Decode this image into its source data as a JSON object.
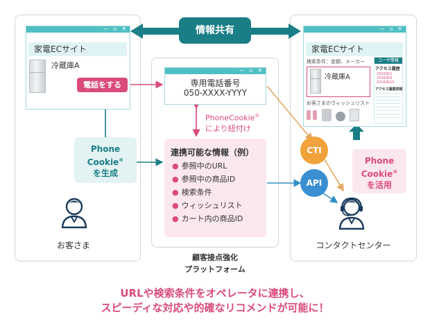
{
  "info_share_label": "情報共有",
  "left_panel": {
    "window": {
      "controls": "— ▫ ✕",
      "site_title": "家電ECサイト",
      "product_name": "冷蔵庫A"
    },
    "call_button": "電話をする",
    "generate_badge": [
      "Phone",
      "Cookie",
      "®",
      "を生成"
    ],
    "person_label": "お客さま"
  },
  "center_panel": {
    "phone_window": {
      "controls": "— ▫ ✕",
      "title": "専用電話番号",
      "number": "050-XXXX-YYYY"
    },
    "link_label": [
      "PhoneCookie",
      "®",
      "により紐付け"
    ],
    "info_title": "連携可能な情報（例）",
    "info_items": [
      "参照中のURL",
      "参照中の商品ID",
      "検索条件",
      "ウィッシュリスト",
      "カート内の商品ID"
    ],
    "caption_line1": "顧客接点強化",
    "caption_line2": "プラットフォーム"
  },
  "right_panel": {
    "window": {
      "controls": "— ▫ ✕",
      "site_title": "家電ECサイト",
      "search_condition": "検索条件：金額、メーカー",
      "product_name": "冷蔵庫A",
      "wishlist_label": "お客さまのウィッシュリスト",
      "user_info_title": "ユーザ情報",
      "user_info_access_history": "アクセス履歴",
      "user_info_dates": [
        "2016/8/1",
        "2016/8/9",
        "2016/8/15"
      ],
      "user_info_access_detail": "アクセス履歴詳細"
    },
    "cti_label": "CTI",
    "api_label": "API",
    "use_badge": [
      "Phone",
      "Cookie",
      "®",
      "を活用"
    ],
    "person_label": "コンタクトセンター"
  },
  "bottom_message_line1": "URLや検索条件をオペレータに連携し、",
  "bottom_message_line2": "スピーディな対応や的確なリコメンドが可能に！",
  "colors": {
    "teal": "#1a7e86",
    "teal_light": "#4fbfc3",
    "pink": "#d94b79",
    "pink_light": "#fbe7ee",
    "badge_bg": "#e3f3f4",
    "orange": "#f2a23a",
    "blue": "#3a8fd2",
    "arrow_blue": "#2f8fc4",
    "arrow_tan": "#e3a860"
  }
}
